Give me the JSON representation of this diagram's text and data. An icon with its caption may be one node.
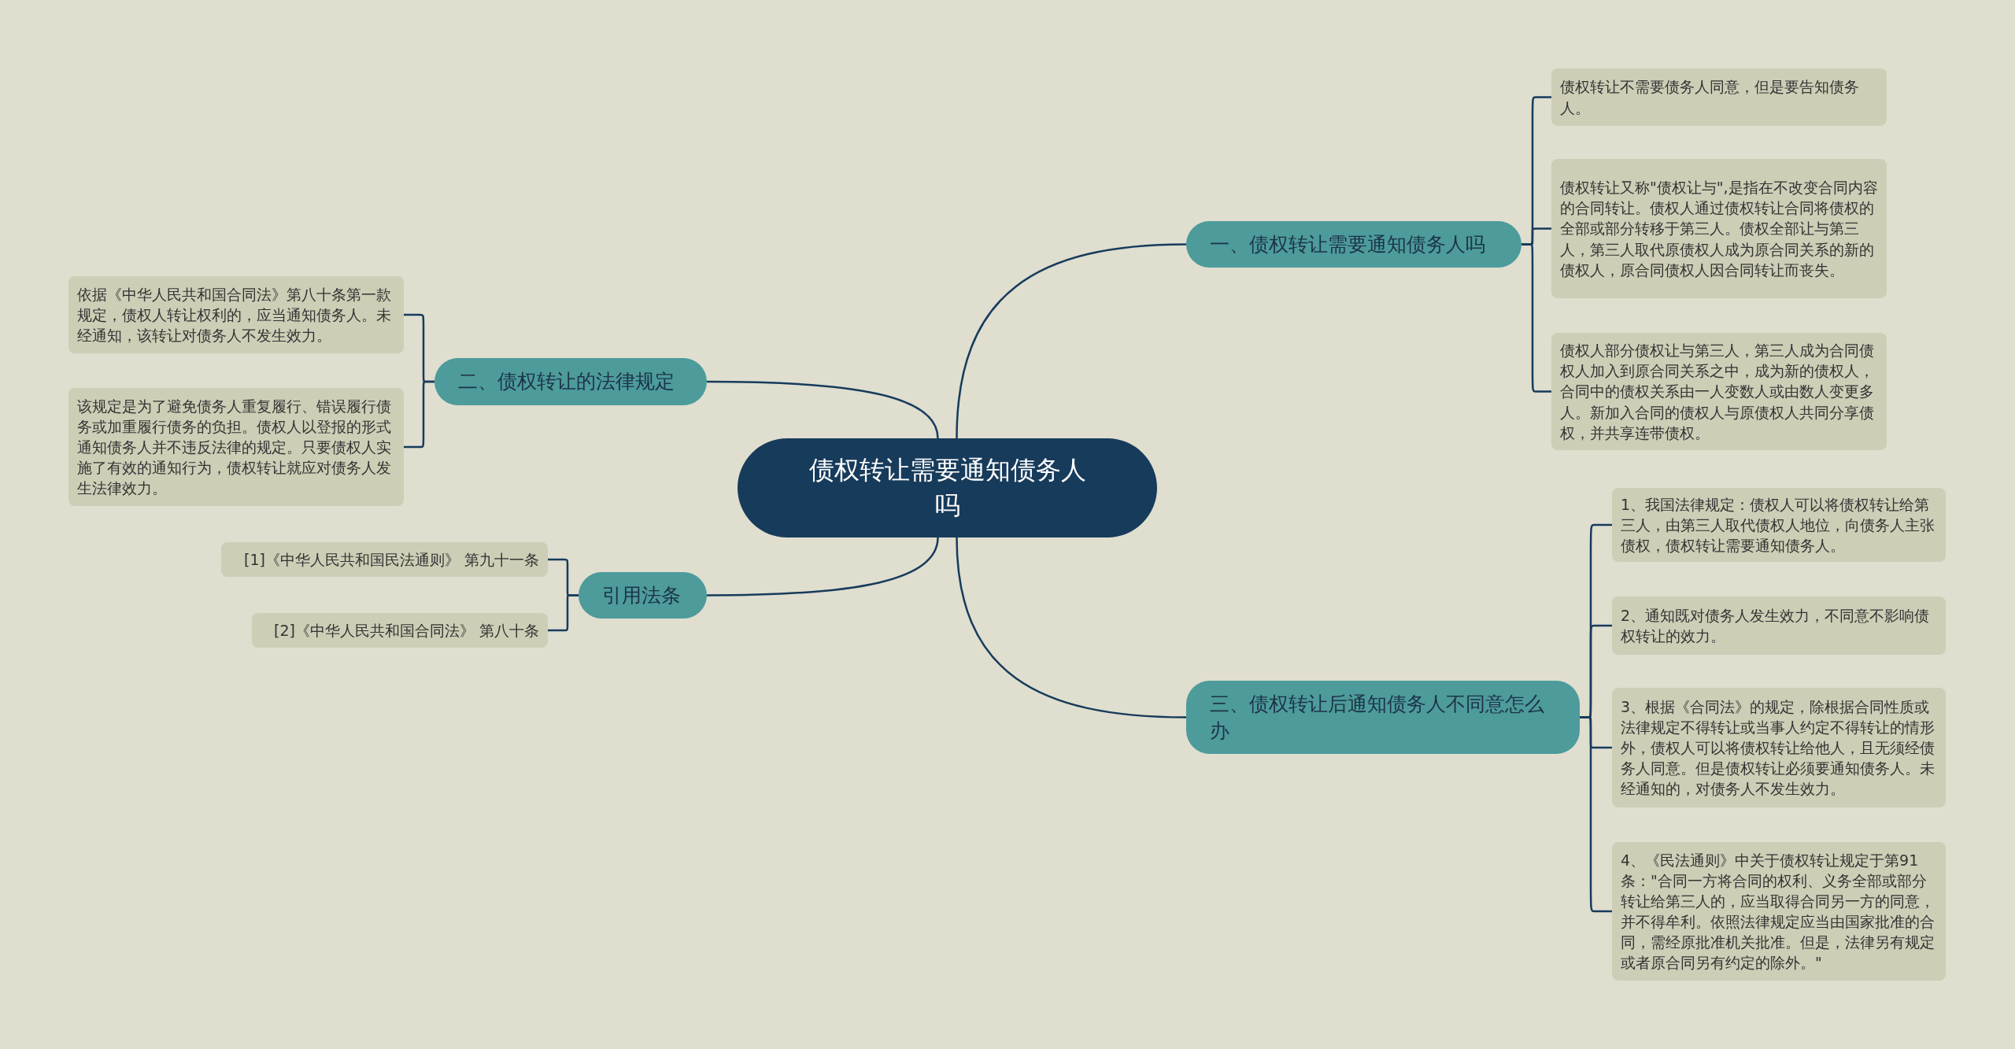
{
  "diagram": {
    "nodes": [
      {
        "text": [
          "债权转让需要通知债务人吗"
        ]
      },
      {
        "text": [
          "一、债权转让需要通知债务人吗"
        ]
      },
      {
        "text": [
          "债权转让不需要债务人同意，但是要告知债务人。"
        ]
      },
      {
        "text": [
          "债权转让又称\"债权让与\",是指在不改变合同内容的合同转让。债权人通过债权转让合同将债权的全部或部分转移于第三人。债权全部让与第三人，第三人取代原债权人成为原合同关系的新的债权人，原合同债权人因合同转让而丧失。"
        ]
      },
      {
        "text": [
          "债权人部分债权让与第三人，第三人成为合同债权人加入到原合同关系之中，成为新的债权人，合同中的债权关系由一人变数人或由数人变更多人。新加入合同的债权人与原债权人共同分享债权，并共享连带债权。"
        ]
      },
      {
        "text": [
          "二、债权转让的法律规定"
        ]
      },
      {
        "text": [
          "依据《中华人民共和国合同法》第八十条第一款规定，债权人转让权利的，应当通知债务人。未经通知，该转让对债务人不发生效力。"
        ]
      },
      {
        "text": [
          "该规定是为了避免债务人重复履行、错误履行债务或加重履行债务的负担。债权人以登报的形式通知债务人并不违反法律的规定。只要债权人实施了有效的通知行为，债权转让就应对债务人发生法律效力。"
        ]
      },
      {
        "text": [
          "引用法条"
        ]
      },
      {
        "text": [
          "[1]《中华人民共和国民法通则》 第九十一条"
        ]
      },
      {
        "text": [
          "[2]《中华人民共和国合同法》 第八十条"
        ]
      },
      {
        "text": [
          "三、债权转让后通知债务人不同意怎么办"
        ]
      },
      {
        "text": [
          "1、我国法律规定：债权人可以将债权转让给第三人，由第三人取代债权人地位，向债务人主张债权，债权转让需要通知债务人。"
        ]
      },
      {
        "text": [
          "2、通知既对债务人发生效力，不同意不影响债权转让的效力。"
        ]
      },
      {
        "text": [
          "3、根据《合同法》的规定，除根据合同性质或法律规定不得转让或当事人约定不得转让的情形外，债权人可以将债权转让给他人，且无须经债务人同意。但是债权转让必须要通知债务人。未经通知的，对债务人不发生效力。"
        ]
      },
      {
        "text": [
          "4、《民法通则》中关于债权转让规定于第91条：\"合同一方将合同的权利、义务全部或部分转让给第三人的，应当取得合同另一方的同意，并不得牟利。依照法律规定应当由国家批准的合同，需经原批准机关批准。但是，法律另有规定或者原合同另有约定的除外。\""
        ]
      }
    ],
    "edges": [
      {
        "from": 0,
        "to": 1,
        "arrow": "none"
      },
      {
        "from": 1,
        "to": 2,
        "arrow": "none"
      },
      {
        "from": 1,
        "to": 3,
        "arrow": "none"
      },
      {
        "from": 1,
        "to": 4,
        "arrow": "none"
      },
      {
        "from": 0,
        "to": 5,
        "arrow": "none"
      },
      {
        "from": 5,
        "to": 6,
        "arrow": "none"
      },
      {
        "from": 5,
        "to": 7,
        "arrow": "none"
      },
      {
        "from": 0,
        "to": 8,
        "arrow": "none"
      },
      {
        "from": 8,
        "to": 9,
        "arrow": "none"
      },
      {
        "from": 8,
        "to": 10,
        "arrow": "none"
      },
      {
        "from": 0,
        "to": 11,
        "arrow": "none"
      },
      {
        "from": 11,
        "to": 12,
        "arrow": "none"
      },
      {
        "from": 11,
        "to": 13,
        "arrow": "none"
      },
      {
        "from": 11,
        "to": 14,
        "arrow": "none"
      },
      {
        "from": 11,
        "to": 15,
        "arrow": "none"
      }
    ]
  }
}
